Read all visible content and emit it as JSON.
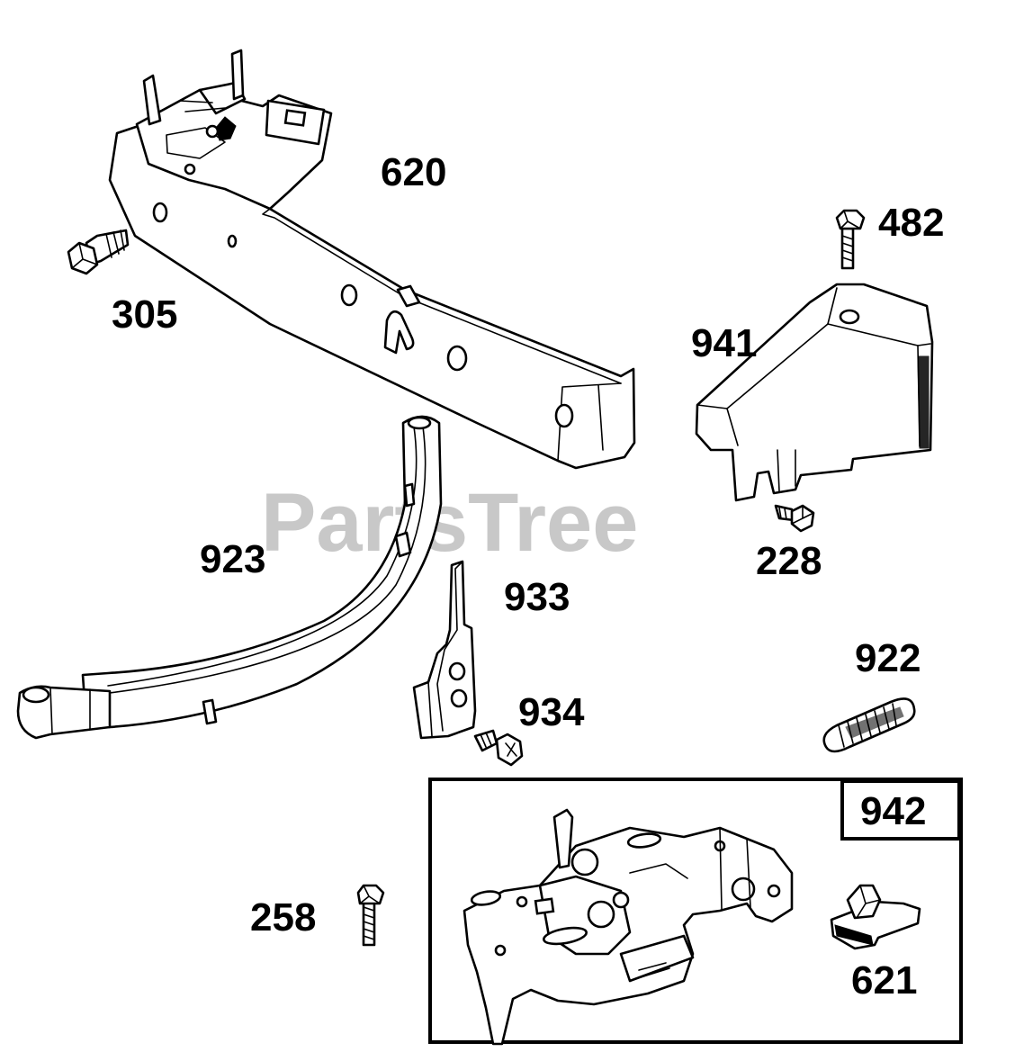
{
  "watermark": "PartsTree",
  "labels": {
    "p620": "620",
    "p305": "305",
    "p482": "482",
    "p941": "941",
    "p228": "228",
    "p923": "923",
    "p933": "933",
    "p922": "922",
    "p934": "934",
    "p942": "942",
    "p258": "258",
    "p621": "621"
  }
}
